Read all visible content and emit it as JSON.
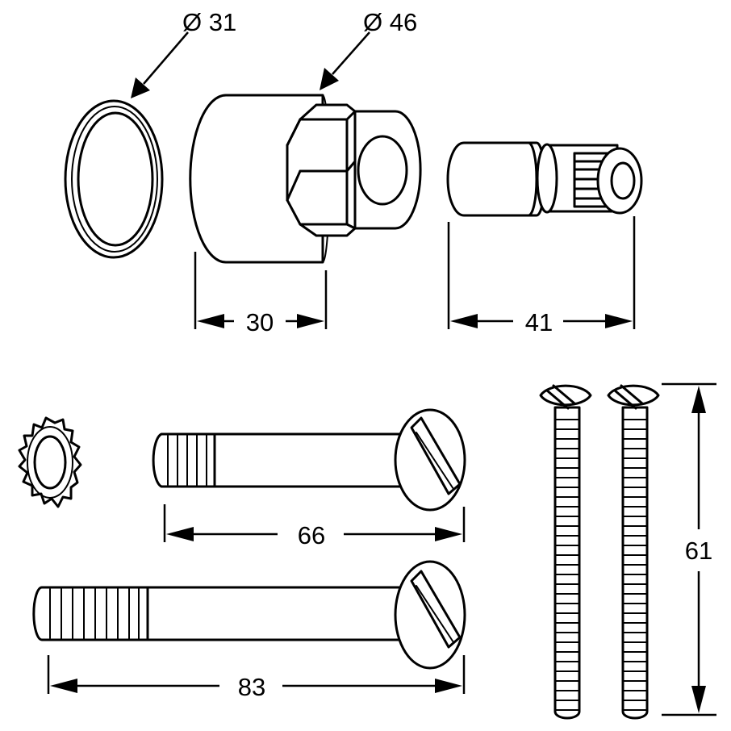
{
  "labels": {
    "diam_seal": "Ø 31",
    "diam_nut": "Ø 46",
    "len_nut": "30",
    "len_sleeve": "41",
    "len_screw_short": "66",
    "len_screw_long": "83",
    "len_screw_vertical": "61"
  }
}
